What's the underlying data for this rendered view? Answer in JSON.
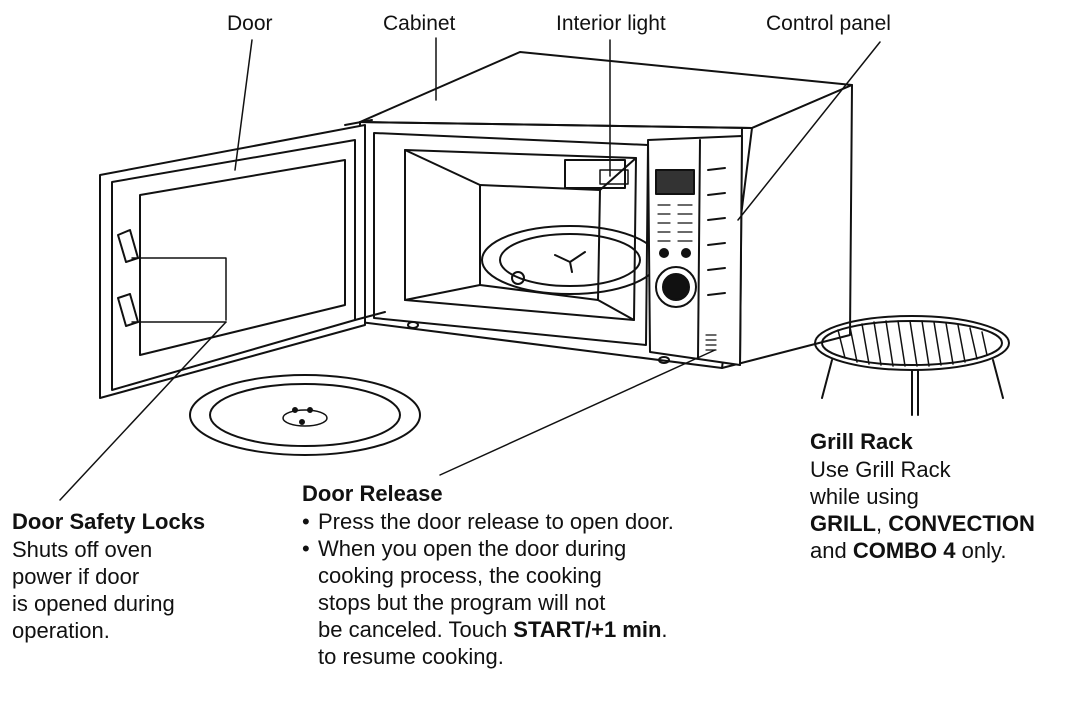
{
  "labels": {
    "door": "Door",
    "cabinet": "Cabinet",
    "interior_light": "Interior light",
    "control_panel": "Control panel"
  },
  "door_safety_locks": {
    "title": "Door Safety Locks",
    "lines": [
      "Shuts off oven",
      "power if door",
      "is opened during",
      "operation."
    ]
  },
  "door_release": {
    "title": "Door Release",
    "bullet1": "Press the door release to open door.",
    "bullet2_lines": [
      "When you open the door during",
      "cooking process, the cooking",
      "stops but the program will not"
    ],
    "bullet2_last_pre": "be canceled. Touch ",
    "bullet2_last_bold": "START/+1 min",
    "bullet2_last_post": ".",
    "bullet2_end": "to resume cooking."
  },
  "grill_rack": {
    "title": "Grill Rack",
    "line1": "Use Grill Rack",
    "line2": "while using",
    "bold1": "GRILL",
    "comma": ", ",
    "bold2": "CONVECTION",
    "and": "and ",
    "bold3": "COMBO 4",
    "only": " only."
  }
}
